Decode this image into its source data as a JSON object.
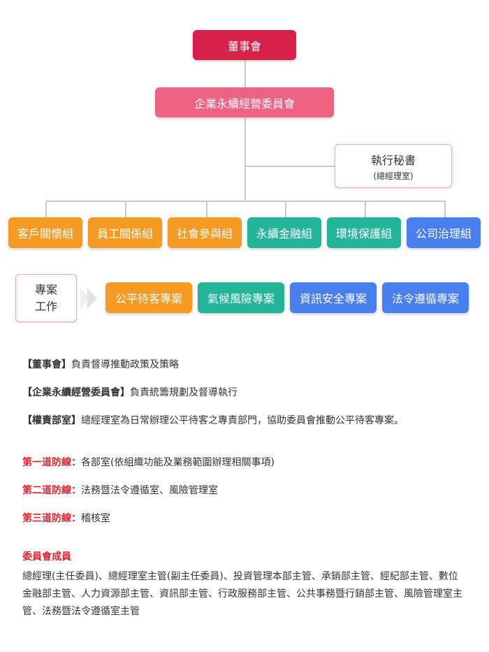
{
  "org": {
    "board": "董事會",
    "committee": "企業永續經營委員會",
    "secretary_title": "執行秘書",
    "secretary_sub": "(總經理室)",
    "groups": [
      "客戶關懷組",
      "員工關係組",
      "社會參與組",
      "永續金融組",
      "環境保護組",
      "公司治理組"
    ],
    "projects_label_1": "專案",
    "projects_label_2": "工作",
    "projects": [
      "公平待客專案",
      "氣候風險專案",
      "資訊安全專案",
      "法令遵循專案"
    ]
  },
  "notes": {
    "board_key": "【董事會】",
    "board_text": "負責督導推動政策及策略",
    "committee_key": "【企業永續經營委員會】",
    "committee_text": "負責統籌規劃及督導執行",
    "dept_key": "【權責部室】",
    "dept_text": "總經理室為日常辦理公平待客之專責部門，協助委員會推動公平待客專案。",
    "line1_key": "第一道防線：",
    "line1_text": "各部室(依組織功能及業務範圍辦理相關事項)",
    "line2_key": "第二道防線：",
    "line2_text": "法務暨法令遵循室、風險管理室",
    "line3_key": "第三道防線：",
    "line3_text": "稽核室",
    "members_title": "委員會成員",
    "members_text": "總經理(主任委員)、總經理室主管(副主任委員)、投資管理本部主管、承銷部主管、經紀部主管、數位金融部主管、人力資源部主管、資訊部主管、行政服務部主管、公共事務暨行銷部主管、風險管理室主管、法務暨法令遵循室主管"
  },
  "colors": {
    "crimson": "#d8214a",
    "pink": "#f06282",
    "orange": "#f59a23",
    "teal": "#22b59a",
    "blue": "#4a7ff0",
    "red_text": "#e0252f"
  }
}
